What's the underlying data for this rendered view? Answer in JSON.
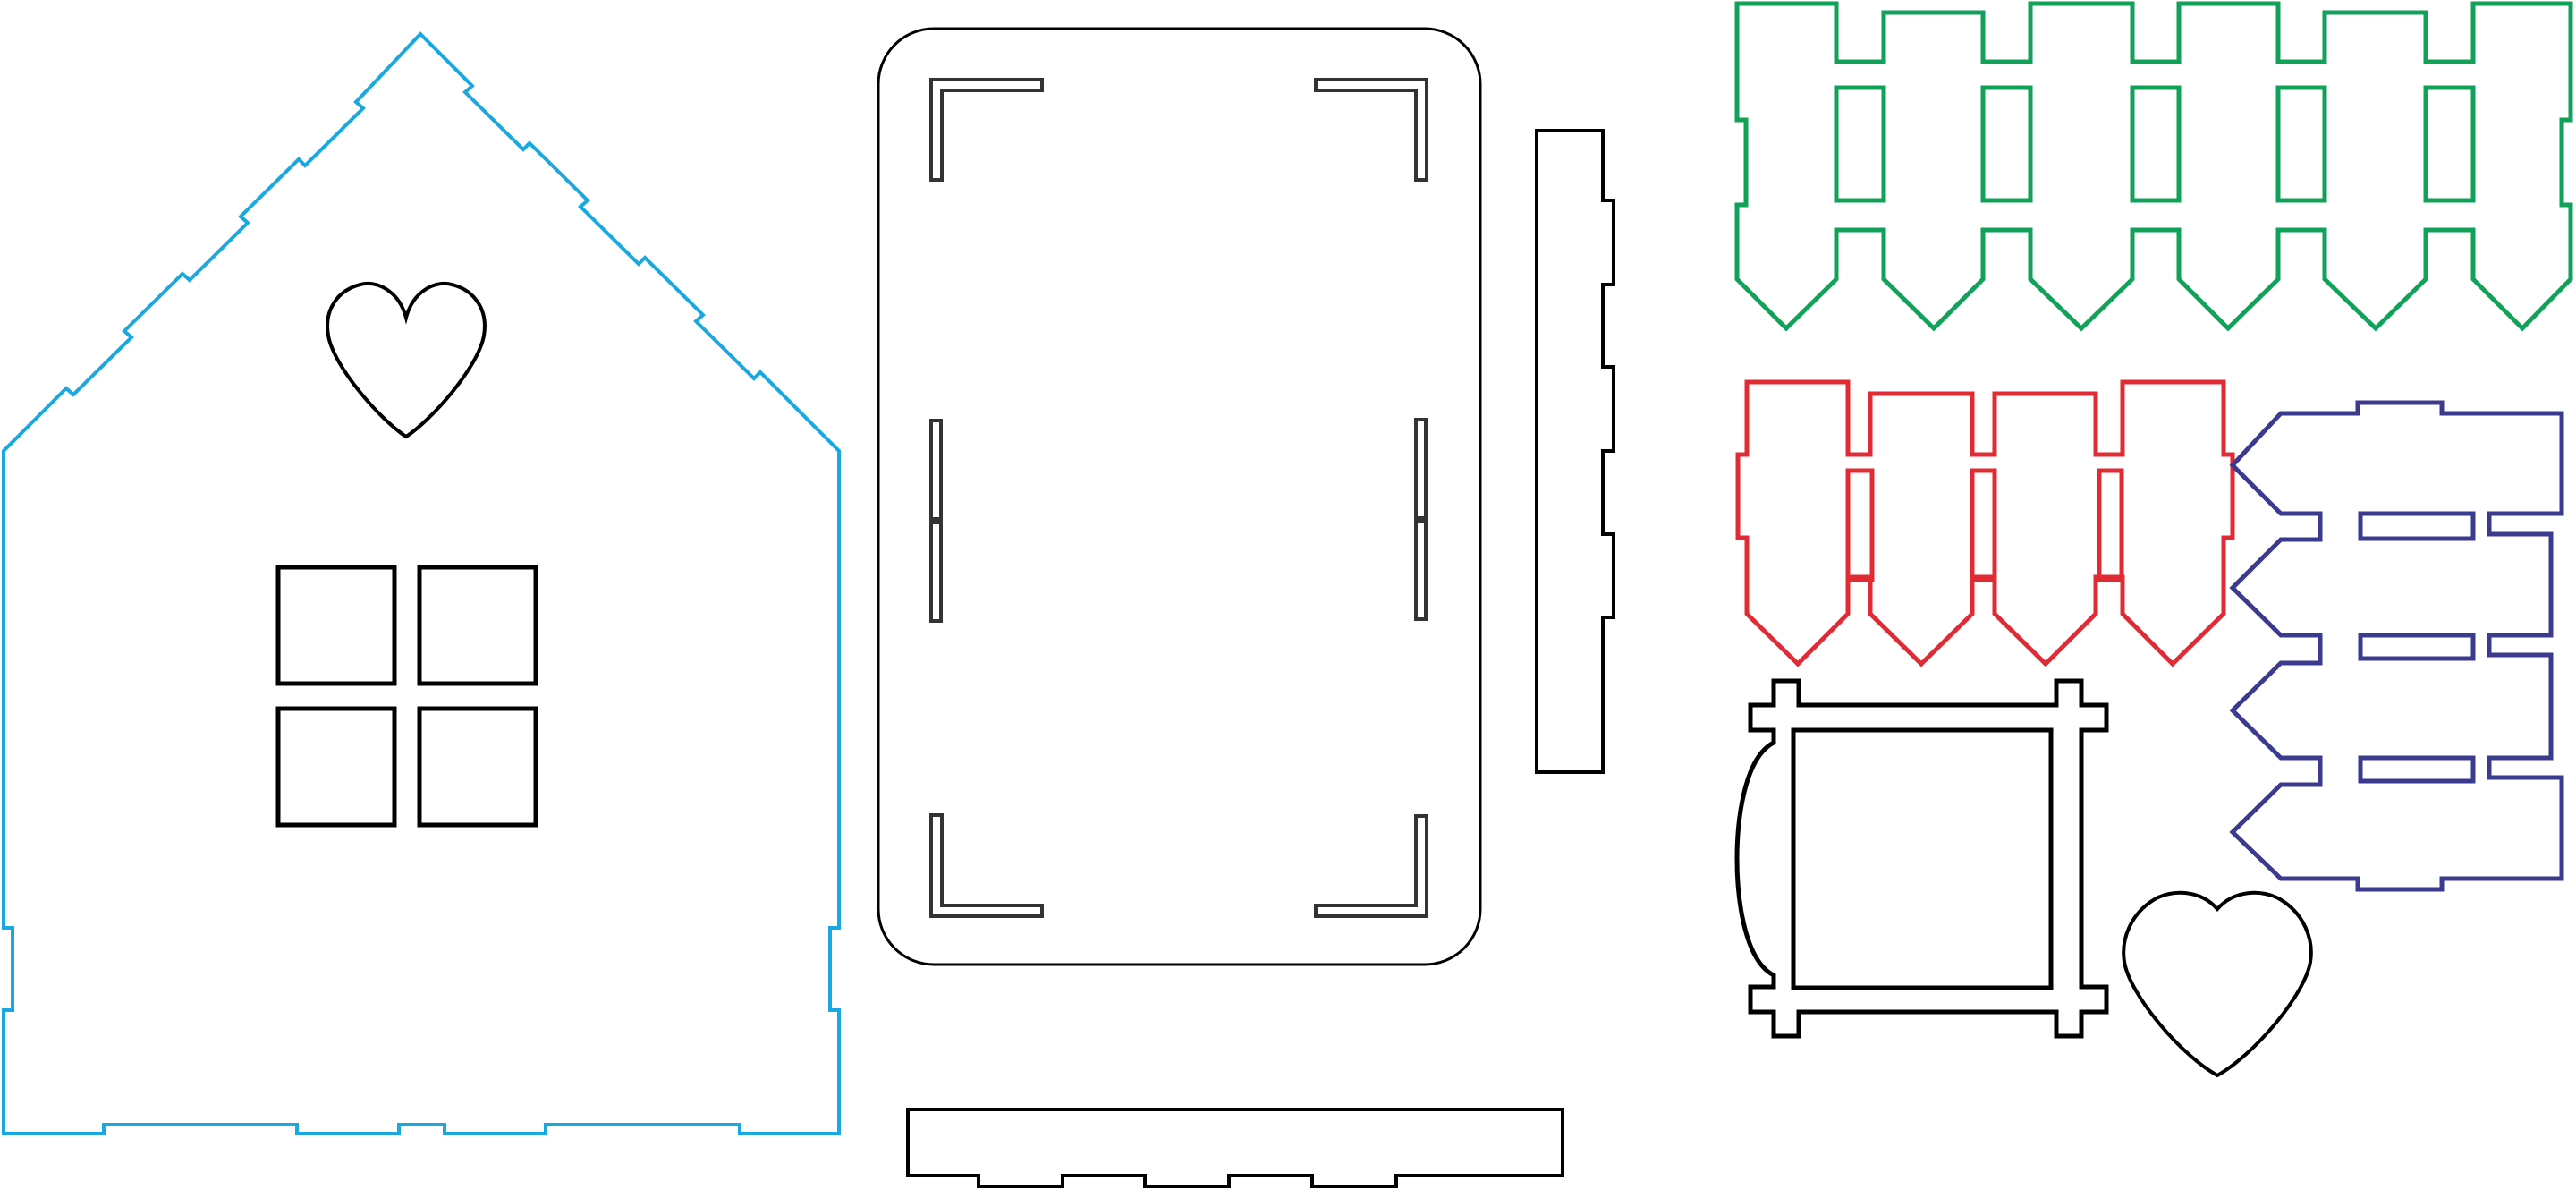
{
  "colors": {
    "background": "#ffffff",
    "house": "#1aa8e0",
    "base": "#000000",
    "base_slots": "#333333",
    "fence_green": "#11a25a",
    "fence_red": "#e02b35",
    "fence_blue": "#3a3a8e",
    "frame": "#000000",
    "heart": "#000000",
    "windows": "#000000"
  },
  "pieces": [
    {
      "id": "house-front",
      "color_key": "house",
      "features": [
        "heart-cutout-icon",
        "four-pane-window"
      ]
    },
    {
      "id": "base-plate",
      "color_key": "base",
      "features": [
        "corner-slot",
        "side-slot"
      ]
    },
    {
      "id": "side-strip-vertical",
      "color_key": "base"
    },
    {
      "id": "bottom-strip-horizontal",
      "color_key": "base"
    },
    {
      "id": "fence-green",
      "color_key": "fence_green",
      "pickets": 6
    },
    {
      "id": "fence-red",
      "color_key": "fence_red",
      "pickets": 4
    },
    {
      "id": "fence-blue",
      "color_key": "fence_blue",
      "pickets": 4
    },
    {
      "id": "window-frame",
      "color_key": "frame"
    },
    {
      "id": "heart-piece",
      "color_key": "heart",
      "icon": "heart-icon"
    }
  ]
}
